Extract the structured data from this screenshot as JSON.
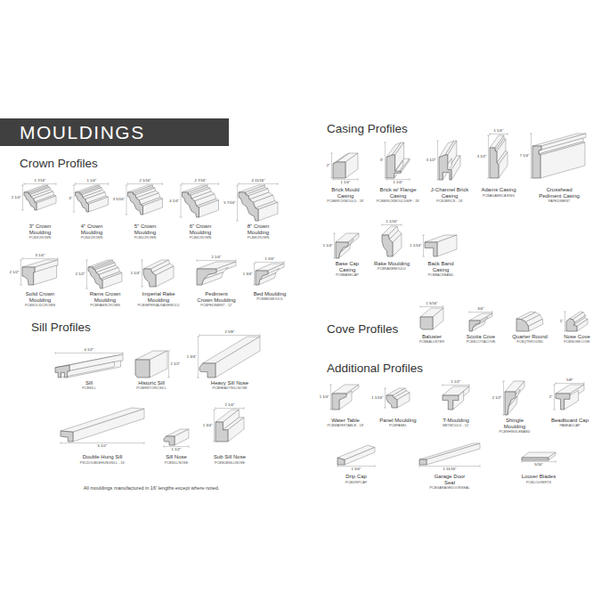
{
  "diagram": {
    "nodes": [
      {
        "text": [
          "MOULDINGS"
        ]
      }
    ],
    "labels": [
      "Crown Profiles",
      "3\" Crown Moulding",
      "PCB3CROWN",
      "1 7/16\"",
      "2 1/4\"",
      "4\" Crown Moulding",
      "PCB4CROWN",
      "1 1/4\"",
      "3\"",
      "5\" Crown Moulding",
      "PCB5CROWN",
      "2 1/16\"",
      "3 5/16\"",
      "6\" Crown Moulding",
      "PCB6CROWN",
      "2 7/16\"",
      "4 1/4\"",
      "8\" Crown Moulding",
      "PCB8CROWN",
      "4 11/16\"",
      "5 7/16\"",
      "Solid Crown Moulding",
      "PCBSOLIDCROWN",
      "3 1/4\"",
      "2 1/2\"",
      "Rams Crown Moulding",
      "PCBRAMSCROWN",
      "2 1/2\"",
      "Imperial Rake Moulding",
      "PCBIMPERIALRAKEMOLD",
      "1 1/4\"",
      "Pediment Crown Moulding",
      "PCBPEDIMENT - 12'",
      "2 1/4\"",
      "Bed Moulding",
      "PCBBEDMOULD",
      "1 3/4\"",
      "1 3/4\"",
      "Sill Profiles",
      "Sill",
      "PCBSILL",
      "4 1/2\"",
      "Historic Sill",
      "PCBHISTORICSILL",
      "2 1/2\"",
      "Heavy Sill Nose",
      "PCBHEAVYSILLNOSE",
      "2 5/8\"",
      "1 3/4\"",
      "Double Hung Sill",
      "PSCDOUBLEHUNGSILL - 16'",
      "5 1/2\"",
      "Sill Nose",
      "PCBSILLNOSE",
      "1 1/2\"",
      "Sub Sill Nose",
      "PCBSUBSILLNOSE",
      "2 1/4\"",
      "1 3/4\"",
      "All mouldings manufactured in 16' lengths except where noted.",
      "Casing Profiles",
      "Brick Mould Casing",
      "PCBBRICKMOULD - 18'",
      "2\"",
      "1 1/4\"",
      "Brick w/ Flange Casing",
      "PCBBRICKMOULDW/F - 18'",
      "3\"",
      "1 1/4\"",
      "J-Channel Brick Casing",
      "PCBJBRICK - 18'",
      "3 1/2\"",
      "Adams Casing",
      "PCBADAMSCASING",
      "1 1/4\"",
      "3 1/2\"",
      "Crosshead Pediment Casing",
      "PAPEDIMENT",
      "7 1/4\"",
      "Base Cap Casing",
      "PCBBASECAP",
      "1 1/4\"",
      "Rake Moulding",
      "PCBRAKEMOULD",
      "1 1/16\"",
      "Back Band Casing",
      "PCBBACKBAND",
      "1 1/16\"",
      "Cove Profiles",
      "Baluster",
      "PCBBALUSTER",
      "1 5/16\"",
      "Scotia Cove",
      "PCBSCOTIACOVE",
      "3/4\"",
      "Quarter Round",
      "PCBQTRROUND",
      "Nose Cove",
      "PCBNOSECOVE",
      "1\"",
      "Additional Profiles",
      "Water Table",
      "PCBWATERTABLE - 18'",
      "1 1/4\"",
      "Panel Moulding",
      "PCBPANEL",
      "1 1/16\"",
      "T-Moulding",
      "BBTMOULD - 12'",
      "1 1/2\"",
      "Shingle Moulding",
      "PCBSHINGLEBAND",
      "2 1/2\"",
      "Beadboard Cap",
      "PABEADCAP",
      "5/8\"",
      "2\"",
      "Drip Cap",
      "PCBDRIPCAP",
      "1 3/4\"",
      "Garage Door Seal",
      "PCBGARAGEDOORSEAL",
      "1 11/16\"",
      "Louver Blades",
      "PCBLOUVERTS",
      "5/16\""
    ]
  }
}
